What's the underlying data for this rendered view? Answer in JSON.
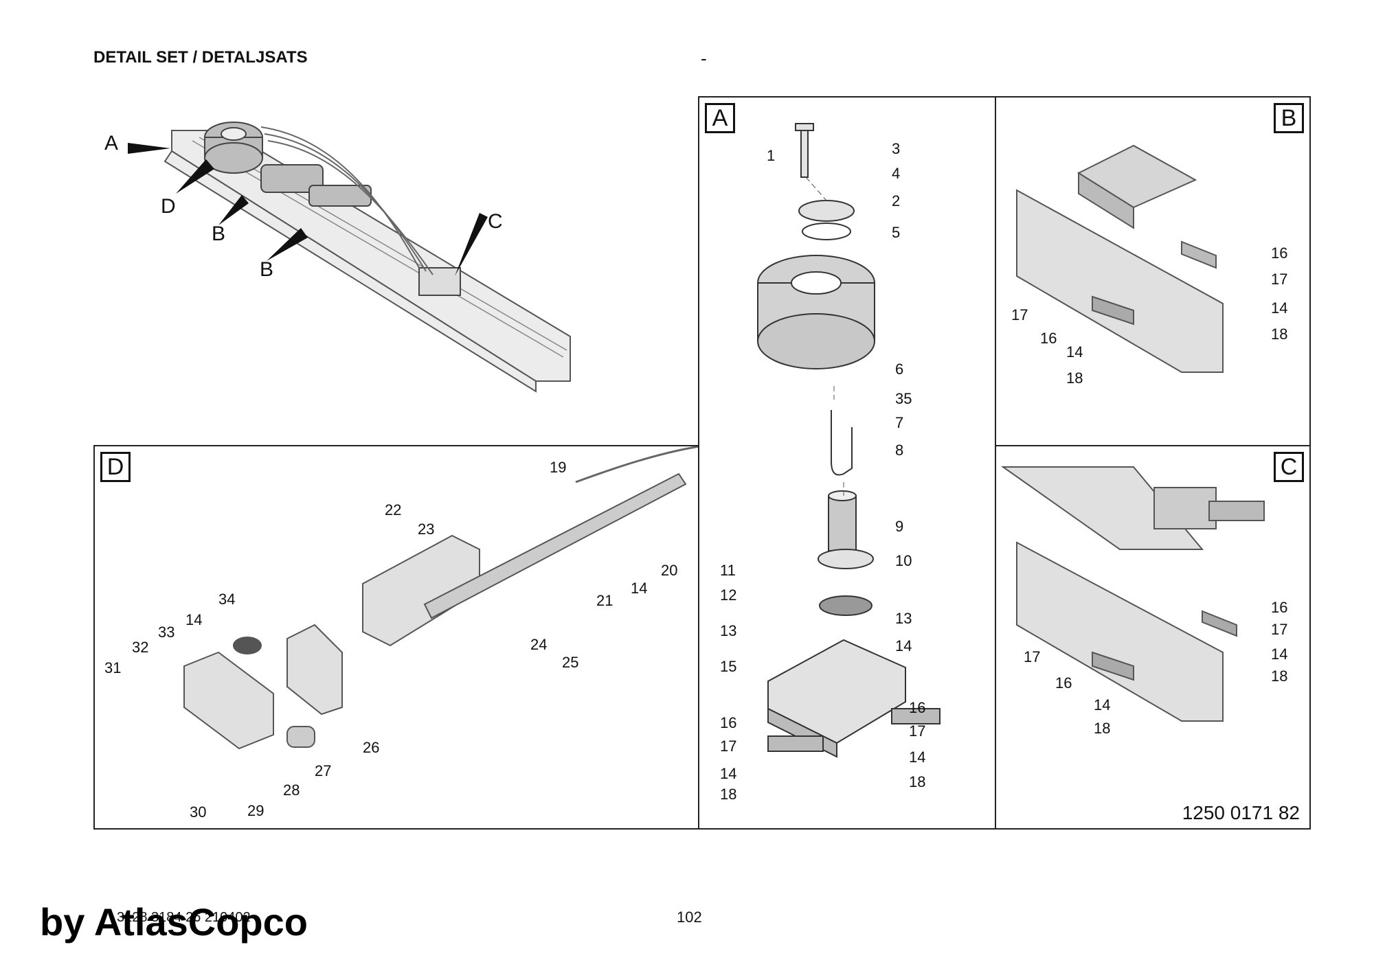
{
  "header": {
    "title": "DETAIL SET / DETALJSATS",
    "dash": "-"
  },
  "footer": {
    "doc_number": "3128 3184 26 210402",
    "page": "102",
    "watermark": "by AtlasCopco"
  },
  "overview": {
    "callouts": [
      "A",
      "D",
      "B",
      "B",
      "C"
    ]
  },
  "panels": {
    "A": {
      "letter": "A",
      "callouts": [
        "1",
        "3",
        "4",
        "2",
        "5",
        "6",
        "35",
        "7",
        "8",
        "9",
        "10",
        "11",
        "12",
        "13",
        "13",
        "14",
        "15",
        "16",
        "16",
        "17",
        "17",
        "14",
        "14",
        "18",
        "18"
      ]
    },
    "B": {
      "letter": "B",
      "callouts": [
        "16",
        "17",
        "14",
        "18",
        "17",
        "16",
        "14",
        "18"
      ]
    },
    "C": {
      "letter": "C",
      "callouts": [
        "16",
        "17",
        "14",
        "18",
        "17",
        "16",
        "14",
        "18"
      ],
      "part_number": "1250 0171 82"
    },
    "D": {
      "letter": "D",
      "callouts": [
        "19",
        "22",
        "23",
        "20",
        "14",
        "21",
        "34",
        "14",
        "33",
        "32",
        "31",
        "24",
        "25",
        "26",
        "27",
        "28",
        "29",
        "30"
      ]
    }
  }
}
